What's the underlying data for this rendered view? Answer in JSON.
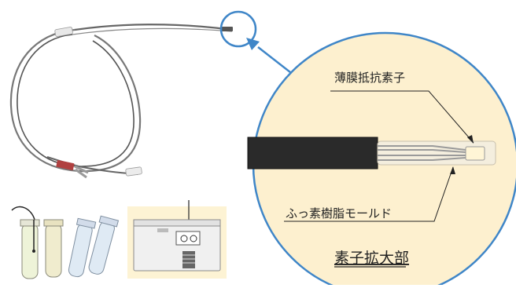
{
  "diagram": {
    "magnified_view": {
      "element_label": "薄膜抵抗素子",
      "mold_label": "ふっ素樹脂モールド",
      "section_title": "素子拡大部"
    },
    "colors": {
      "magnify_circle_fill": "#fdf0cf",
      "magnify_circle_stroke": "#3f86c8",
      "sheath": "#2a2a2a",
      "mold_fill": "#f4eede",
      "element_fill": "#fff5d6",
      "cable": "#6b6b6b"
    },
    "icons": [
      "sensor-cable-icon",
      "magnifier-callout-icon",
      "test-tubes-icon",
      "freezer-icon"
    ]
  }
}
